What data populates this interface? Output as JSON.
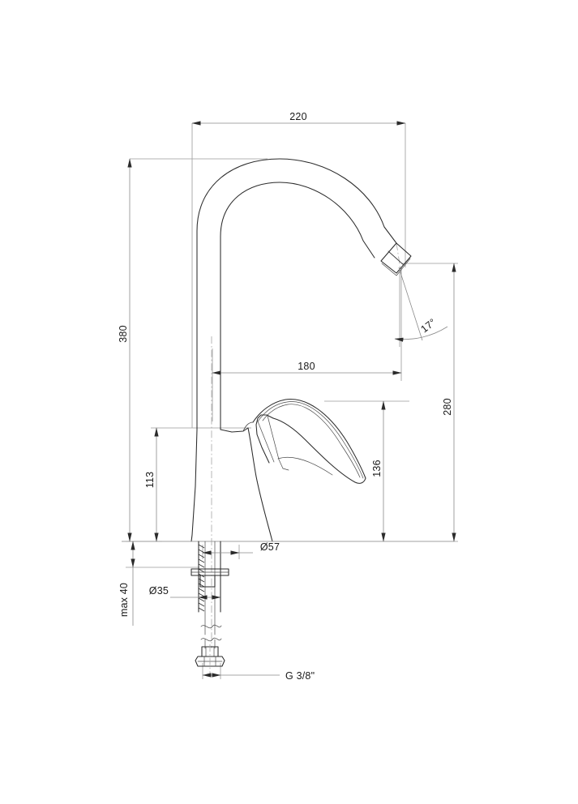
{
  "document": {
    "kind": "technical-dimension-drawing",
    "subject": "Kitchen mixer tap / gooseneck faucet side elevation",
    "background_color": "#ffffff",
    "line_color": "#2b2b2b",
    "dimension_line_color": "#8a8a8a",
    "text_color": "#1a1a1a"
  },
  "dimensions": {
    "spout_reach_total": {
      "label": "220",
      "orientation": "horizontal",
      "position": "top"
    },
    "spout_reach_effective": {
      "label": "180",
      "orientation": "horizontal",
      "position": "middle"
    },
    "overall_height": {
      "label": "380",
      "orientation": "vertical",
      "position": "left-outer"
    },
    "handle_clearance_height": {
      "label": "113",
      "orientation": "vertical",
      "position": "left-inner"
    },
    "body_height": {
      "label": "136",
      "orientation": "vertical",
      "position": "right-inner"
    },
    "spout_outlet_height": {
      "label": "280",
      "orientation": "vertical",
      "position": "right-outer"
    },
    "outlet_angle": {
      "label": "17°",
      "orientation": "angular",
      "position": "spout-tip"
    },
    "base_diameter": {
      "label": "Ø57",
      "orientation": "horizontal",
      "position": "base-upper"
    },
    "shank_diameter": {
      "label": "Ø35",
      "orientation": "horizontal",
      "position": "base-lower"
    },
    "max_deck_thickness": {
      "label": "max 40",
      "orientation": "vertical",
      "position": "left-base"
    },
    "supply_thread": {
      "label": "G 3/8\"",
      "orientation": "horizontal",
      "position": "bottom-connector"
    }
  }
}
